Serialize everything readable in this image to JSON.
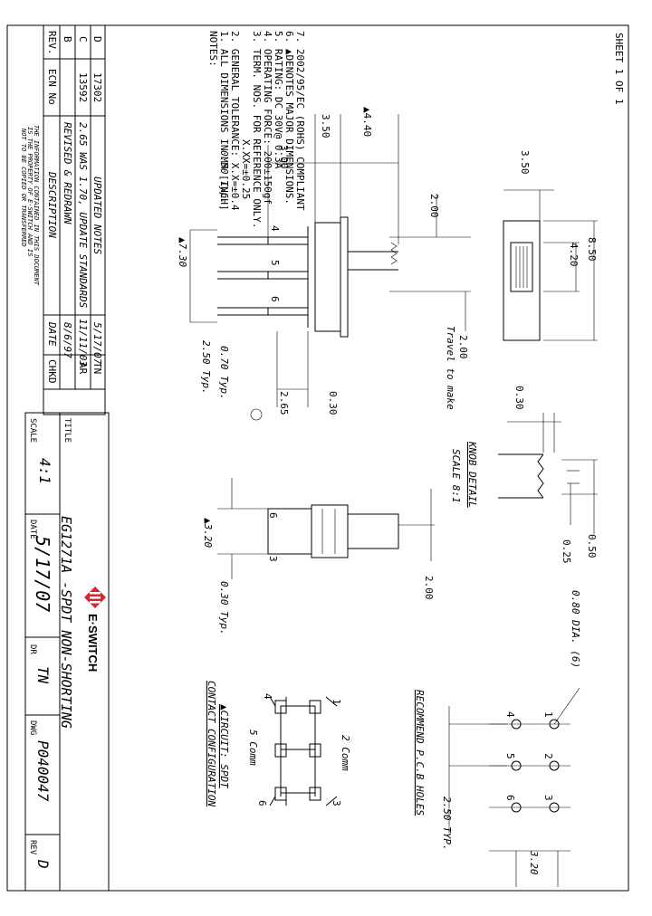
{
  "sheet_label": "SHEET 1 OF 1",
  "notes": {
    "heading": "NOTES:",
    "lines": [
      "1. ALL DIMENSIONS IN MM [INCH]",
      "2. GENERAL TOLERANCE: X.X=±0.4",
      "X.XX=±0.25",
      "3. TERM. NOS. FOR REFERENCE ONLY.",
      "4. OPERATING FORCE: 200±150gf",
      "5. RATING: DC 30V@ 0.3A",
      "6. ▲DENOTES MAJOR DIMENSIONS.",
      "7. 2002/95/EC (ROHS) COMPLIANT"
    ]
  },
  "revisions": {
    "header": {
      "rev": "REV.",
      "ecn": "ECN No",
      "description": "DESCRIPTION",
      "date": "DATE",
      "chkd": "CHKD"
    },
    "rows": [
      {
        "rev": "D",
        "ecn": "17302",
        "description": "UPDATED NOTES",
        "date": "5/17/07",
        "chkd": "TN"
      },
      {
        "rev": "C",
        "ecn": "13592",
        "description": "2.65 WAS 1.70, UPDATE STANDARDS",
        "date": "11/11/03",
        "chkd": "AR"
      },
      {
        "rev": "B",
        "ecn": "",
        "description": "REVISED & REDRAWN",
        "date": "8/6/97",
        "chkd": ""
      }
    ],
    "disclaimer": [
      "THE INFORMATION CONTAINED IN THIS DOCUMENT",
      "IS THE PROPERTY OF E-SWITCH AND IS",
      "NOT TO BE COPIED OR TRANSFERRED"
    ]
  },
  "title_block": {
    "title_label": "TITLE",
    "title": "EG1271A -SPDT NON-SHORTING",
    "scale_label": "SCALE",
    "scale": "4:1",
    "date_label": "DATE",
    "date": "5/17/07",
    "dr_label": "DR",
    "dr": "TN",
    "dwg_label": "DWG",
    "dwg": "P040047",
    "rev_label": "REV",
    "rev": "D",
    "logo_text": "E·SWITCH",
    "brand_color": "#d8262f"
  },
  "side_view": {
    "dims": [
      "▲4.40",
      "3.50",
      "3.00",
      "0.50 Typ.",
      "▲7.30",
      "2.50 Typ.",
      "0.70 Typ.",
      "2.65",
      "0.30",
      "2.00",
      "2.00",
      "Travel to make"
    ],
    "pins": [
      "4",
      "5",
      "6"
    ]
  },
  "top_view": {
    "dims": [
      "3.50",
      "8.50",
      "4.20"
    ]
  },
  "knob_detail": {
    "title": "KNOB DETAIL",
    "scale": "SCALE 8:1",
    "dims": [
      "0.30",
      "0.50",
      "0.25"
    ]
  },
  "front_view": {
    "dims": [
      "▲3.20",
      "0.30 Typ.",
      "2.00"
    ],
    "pins": [
      "6",
      "3"
    ]
  },
  "pcb": {
    "title": "RECOMMEND P.C.B HOLES",
    "dims": [
      "0.80 DIA. (6)",
      "2.50 TYP.",
      "3.20"
    ],
    "holes": [
      "1",
      "2",
      "3",
      "4",
      "5",
      "6"
    ]
  },
  "circuit": {
    "title": "▲CIRCUIT: SPDT",
    "subtitle": "CONTACT CONFIGURATION",
    "labels": [
      "1",
      "2 Comm",
      "3",
      "4",
      "5 Comm",
      "6"
    ]
  }
}
